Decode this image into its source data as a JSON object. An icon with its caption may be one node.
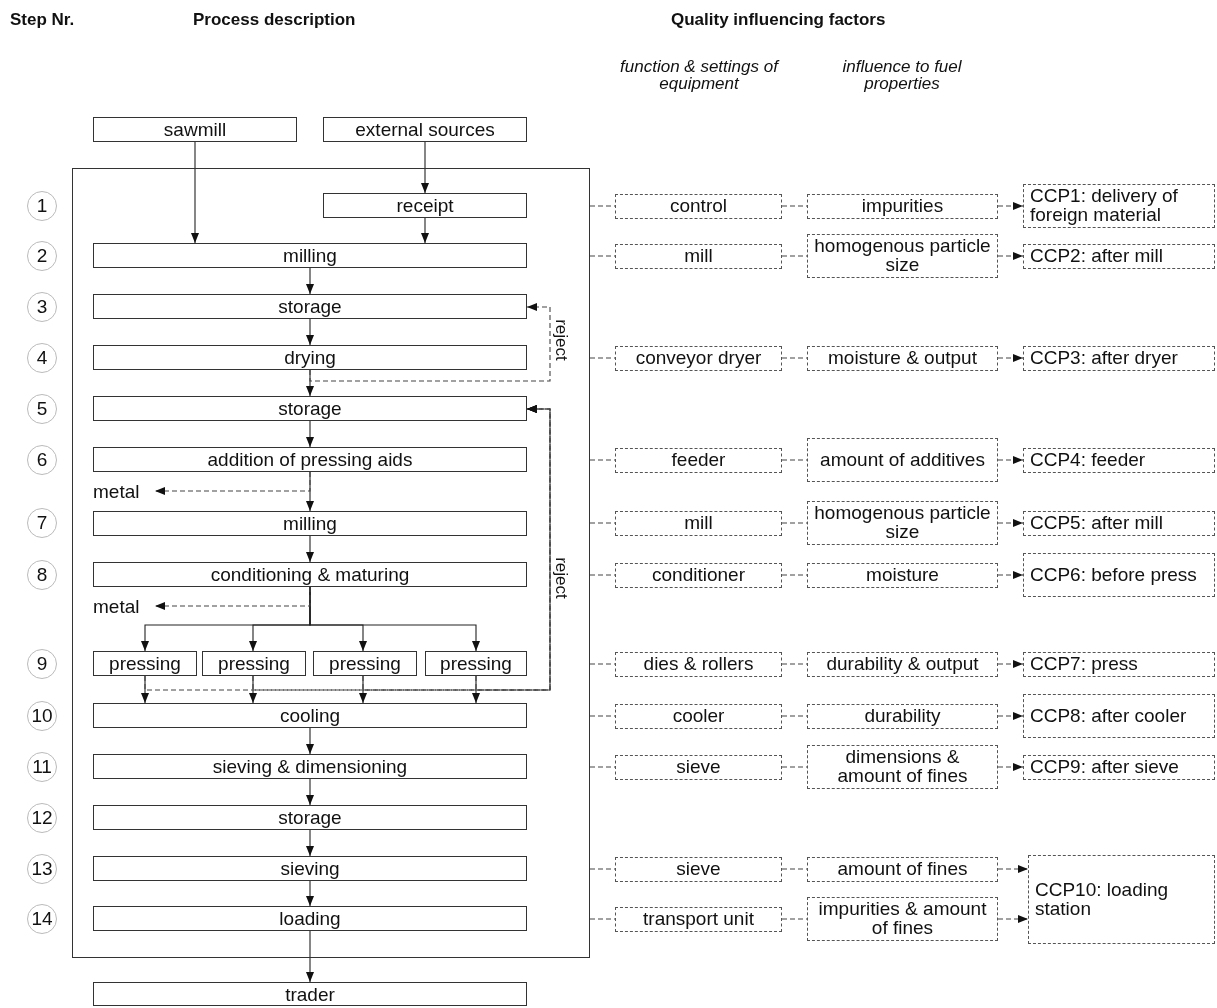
{
  "diagram": {
    "nodes": [
      {
        "text": [
          "sawmill"
        ]
      },
      {
        "text": [
          "external sources"
        ]
      },
      {
        "text": [],
        "shape": "box"
      },
      {
        "text": [
          "receipt"
        ],
        "in": 2
      },
      {
        "text": [
          "milling"
        ],
        "in": 2
      },
      {
        "text": [
          "storage"
        ],
        "in": 2
      },
      {
        "text": [
          "drying"
        ],
        "in": 2
      },
      {
        "text": [
          "storage"
        ],
        "in": 2
      },
      {
        "text": [
          "addition of pressing aids"
        ],
        "in": 2
      },
      {
        "text": [
          "metal"
        ],
        "in": 2
      },
      {
        "text": [
          "milling"
        ],
        "in": 2
      },
      {
        "text": [
          "conditioning & maturing"
        ],
        "in": 2
      },
      {
        "text": [
          "metal"
        ],
        "in": 2
      },
      {
        "text": [
          "pressing"
        ],
        "in": 2
      },
      {
        "text": [
          "pressing"
        ],
        "in": 2
      },
      {
        "text": [
          "pressing"
        ],
        "in": 2
      },
      {
        "text": [
          "pressing"
        ],
        "in": 2
      },
      {
        "text": [
          "cooling"
        ],
        "in": 2
      },
      {
        "text": [
          "sieving & dimensioning"
        ],
        "in": 2
      },
      {
        "text": [
          "storage"
        ],
        "in": 2
      },
      {
        "text": [
          "sieving"
        ],
        "in": 2
      },
      {
        "text": [
          "loading"
        ],
        "in": 2
      },
      {
        "text": [
          "trader"
        ]
      },
      {
        "text": [
          "1"
        ]
      },
      {
        "text": [
          "2"
        ]
      },
      {
        "text": [
          "3"
        ]
      },
      {
        "text": [
          "4"
        ]
      },
      {
        "text": [
          "5"
        ]
      },
      {
        "text": [
          "6"
        ]
      },
      {
        "text": [
          "7"
        ]
      },
      {
        "text": [
          "8"
        ]
      },
      {
        "text": [
          "9"
        ]
      },
      {
        "text": [
          "10"
        ]
      },
      {
        "text": [
          "11"
        ]
      },
      {
        "text": [
          "12"
        ]
      },
      {
        "text": [
          "13"
        ]
      },
      {
        "text": [
          "14"
        ]
      },
      {
        "text": [
          "control"
        ]
      },
      {
        "text": [
          "impurities"
        ]
      },
      {
        "text": [
          "CCP1: delivery of foreign material"
        ]
      },
      {
        "text": [
          "mill"
        ]
      },
      {
        "text": [
          "homogenous particle size"
        ]
      },
      {
        "text": [
          "CCP2: after mill"
        ]
      },
      {
        "text": [
          "conveyor dryer"
        ]
      },
      {
        "text": [
          "moisture & output"
        ]
      },
      {
        "text": [
          "CCP3: after dryer"
        ]
      },
      {
        "text": [
          "feeder"
        ]
      },
      {
        "text": [
          "amount of additives"
        ]
      },
      {
        "text": [
          "CCP4: feeder"
        ]
      },
      {
        "text": [
          "mill"
        ]
      },
      {
        "text": [
          "homogenous particle size"
        ]
      },
      {
        "text": [
          "CCP5: after mill"
        ]
      },
      {
        "text": [
          "conditioner"
        ]
      },
      {
        "text": [
          "moisture"
        ]
      },
      {
        "text": [
          "CCP6: before press"
        ]
      },
      {
        "text": [
          "dies & rollers"
        ]
      },
      {
        "text": [
          "durability & output"
        ]
      },
      {
        "text": [
          "CCP7: press"
        ]
      },
      {
        "text": [
          "cooler"
        ]
      },
      {
        "text": [
          "durability"
        ]
      },
      {
        "text": [
          "CCP8: after cooler"
        ]
      },
      {
        "text": [
          "sieve"
        ]
      },
      {
        "text": [
          "dimensions & amount of fines"
        ]
      },
      {
        "text": [
          "CCP9: after sieve"
        ]
      },
      {
        "text": [
          "sieve"
        ]
      },
      {
        "text": [
          "amount of fines"
        ]
      },
      {
        "text": [
          "CCP10: loading station"
        ]
      },
      {
        "text": [
          "transport unit"
        ]
      },
      {
        "text": [
          "impurities & amount of fines"
        ]
      }
    ],
    "edges": [
      {
        "from": 0,
        "to": 4,
        "arrow": "to"
      },
      {
        "from": 1,
        "to": 3,
        "arrow": "to"
      },
      {
        "from": 3,
        "to": 4,
        "arrow": "to"
      },
      {
        "from": 4,
        "to": 5,
        "arrow": "to"
      },
      {
        "from": 5,
        "to": 6,
        "arrow": "to"
      },
      {
        "from": 6,
        "to": 7,
        "arrow": "to"
      },
      {
        "from": 6,
        "to": 5,
        "arrow": "to",
        "style": "dashed",
        "label": "reject"
      },
      {
        "from": 7,
        "to": 8,
        "arrow": "to"
      },
      {
        "from": 8,
        "to": 10,
        "arrow": "to"
      },
      {
        "from": 8,
        "to": 9,
        "arrow": "to",
        "style": "dashed"
      },
      {
        "from": 10,
        "to": 11,
        "arrow": "to"
      },
      {
        "from": 11,
        "to": 13,
        "arrow": "to"
      },
      {
        "from": 11,
        "to": 14,
        "arrow": "to"
      },
      {
        "from": 11,
        "to": 15,
        "arrow": "to"
      },
      {
        "from": 11,
        "to": 16,
        "arrow": "to"
      },
      {
        "from": 11,
        "to": 12,
        "arrow": "to",
        "style": "dashed"
      },
      {
        "from": 13,
        "to": 17,
        "arrow": "to"
      },
      {
        "from": 14,
        "to": 17,
        "arrow": "to"
      },
      {
        "from": 15,
        "to": 17,
        "arrow": "to"
      },
      {
        "from": 16,
        "to": 17,
        "arrow": "to"
      },
      {
        "from": 13,
        "to": 7,
        "arrow": "to",
        "style": "dashed",
        "label": "reject"
      },
      {
        "from": 14,
        "to": 7,
        "arrow": "to",
        "style": "dashed"
      },
      {
        "from": 15,
        "to": 7,
        "arrow": "to",
        "style": "dashed"
      },
      {
        "from": 16,
        "to": 7,
        "arrow": "to",
        "style": "dashed"
      },
      {
        "from": 17,
        "to": 18,
        "arrow": "to"
      },
      {
        "from": 18,
        "to": 19,
        "arrow": "to"
      },
      {
        "from": 19,
        "to": 20,
        "arrow": "to"
      },
      {
        "from": 20,
        "to": 21,
        "arrow": "to"
      },
      {
        "from": 21,
        "to": 22,
        "arrow": "to"
      },
      {
        "from": 2,
        "to": 37,
        "arrow": "none",
        "style": "dashed"
      },
      {
        "from": 37,
        "to": 38,
        "arrow": "none",
        "style": "dashed"
      },
      {
        "from": 38,
        "to": 39,
        "arrow": "to",
        "style": "dashed"
      },
      {
        "from": 2,
        "to": 40,
        "arrow": "none",
        "style": "dashed"
      },
      {
        "from": 40,
        "to": 41,
        "arrow": "none",
        "style": "dashed"
      },
      {
        "from": 41,
        "to": 42,
        "arrow": "to",
        "style": "dashed"
      },
      {
        "from": 2,
        "to": 43,
        "arrow": "none",
        "style": "dashed"
      },
      {
        "from": 43,
        "to": 44,
        "arrow": "none",
        "style": "dashed"
      },
      {
        "from": 44,
        "to": 45,
        "arrow": "to",
        "style": "dashed"
      },
      {
        "from": 2,
        "to": 46,
        "arrow": "none",
        "style": "dashed"
      },
      {
        "from": 46,
        "to": 47,
        "arrow": "none",
        "style": "dashed"
      },
      {
        "from": 47,
        "to": 48,
        "arrow": "to",
        "style": "dashed"
      },
      {
        "from": 2,
        "to": 49,
        "arrow": "none",
        "style": "dashed"
      },
      {
        "from": 49,
        "to": 50,
        "arrow": "none",
        "style": "dashed"
      },
      {
        "from": 50,
        "to": 51,
        "arrow": "to",
        "style": "dashed"
      },
      {
        "from": 2,
        "to": 52,
        "arrow": "none",
        "style": "dashed"
      },
      {
        "from": 52,
        "to": 53,
        "arrow": "none",
        "style": "dashed"
      },
      {
        "from": 53,
        "to": 54,
        "arrow": "to",
        "style": "dashed"
      },
      {
        "from": 2,
        "to": 55,
        "arrow": "none",
        "style": "dashed"
      },
      {
        "from": 55,
        "to": 56,
        "arrow": "none",
        "style": "dashed"
      },
      {
        "from": 56,
        "to": 57,
        "arrow": "to",
        "style": "dashed"
      },
      {
        "from": 2,
        "to": 58,
        "arrow": "none",
        "style": "dashed"
      },
      {
        "from": 58,
        "to": 59,
        "arrow": "none",
        "style": "dashed"
      },
      {
        "from": 59,
        "to": 60,
        "arrow": "to",
        "style": "dashed"
      },
      {
        "from": 2,
        "to": 61,
        "arrow": "none",
        "style": "dashed"
      },
      {
        "from": 61,
        "to": 62,
        "arrow": "none",
        "style": "dashed"
      },
      {
        "from": 62,
        "to": 63,
        "arrow": "to",
        "style": "dashed"
      },
      {
        "from": 2,
        "to": 64,
        "arrow": "none",
        "style": "dashed"
      },
      {
        "from": 64,
        "to": 65,
        "arrow": "none",
        "style": "dashed"
      },
      {
        "from": 65,
        "to": 66,
        "arrow": "to",
        "style": "dashed"
      },
      {
        "from": 2,
        "to": 67,
        "arrow": "none",
        "style": "dashed"
      },
      {
        "from": 67,
        "to": 68,
        "arrow": "none",
        "style": "dashed"
      },
      {
        "from": 68,
        "to": 66,
        "arrow": "to",
        "style": "dashed"
      }
    ],
    "labels": [
      "Step Nr.",
      "Process description",
      "Quality influencing factors",
      "function & settings of equipment",
      "influence to fuel properties"
    ]
  }
}
